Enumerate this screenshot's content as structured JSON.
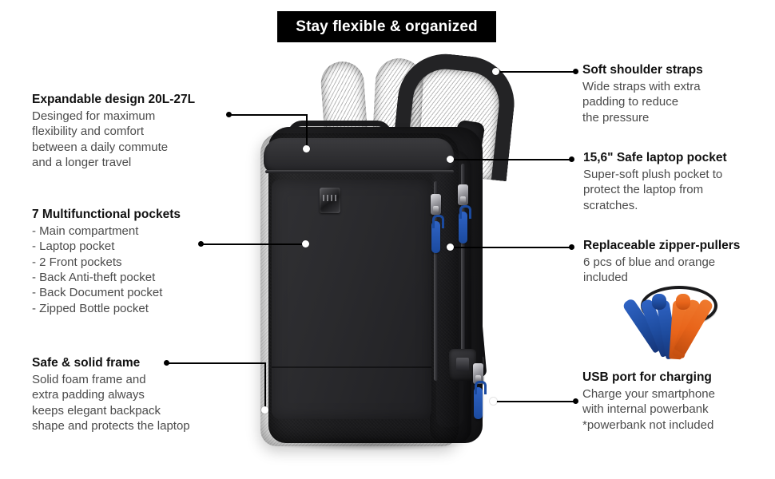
{
  "banner": {
    "title": "Stay flexible & organized"
  },
  "callouts": {
    "expandable": {
      "heading": "Expandable design 20L-27L",
      "lines": [
        "Desinged for maximum",
        "flexibility and comfort",
        "between a daily commute",
        "and a longer travel"
      ]
    },
    "pockets": {
      "heading": "7 Multifunctional pockets",
      "lines": [
        "- Main compartment",
        "- Laptop pocket",
        "- 2 Front pockets",
        "- Back Anti-theft pocket",
        "- Back Document pocket",
        "- Zipped Bottle pocket"
      ]
    },
    "frame": {
      "heading": "Safe & solid frame",
      "lines": [
        "Solid foam frame and",
        "extra padding always",
        "keeps elegant backpack",
        "shape and protects the laptop"
      ]
    },
    "straps": {
      "heading": "Soft shoulder straps",
      "lines": [
        "Wide straps with extra",
        "padding to reduce",
        "the pressure"
      ]
    },
    "laptop": {
      "heading": "15,6\" Safe laptop pocket",
      "lines": [
        "Super-soft plush pocket to",
        "protect the laptop from",
        "scratches."
      ]
    },
    "zipper": {
      "heading": "Replaceable zipper-pullers",
      "lines": [
        "6 pcs of blue and orange",
        "included"
      ]
    },
    "usb": {
      "heading": "USB port for charging",
      "lines": [
        "Charge your smartphone",
        "with internal powerbank",
        "*powerbank not included"
      ]
    }
  },
  "colors": {
    "banner_bg": "#000000",
    "banner_text": "#ffffff",
    "heading_text": "#111111",
    "body_text": "#4b4b4b",
    "leader_line": "#000000",
    "puller_blue": "#1e4c9f",
    "puller_orange": "#e8641a",
    "bag_black": "#232326",
    "background": "#ffffff"
  },
  "product": {
    "item": "convertible laptop backpack",
    "puller_count": 6,
    "puller_blue_count": 3,
    "puller_orange_count": 3
  }
}
